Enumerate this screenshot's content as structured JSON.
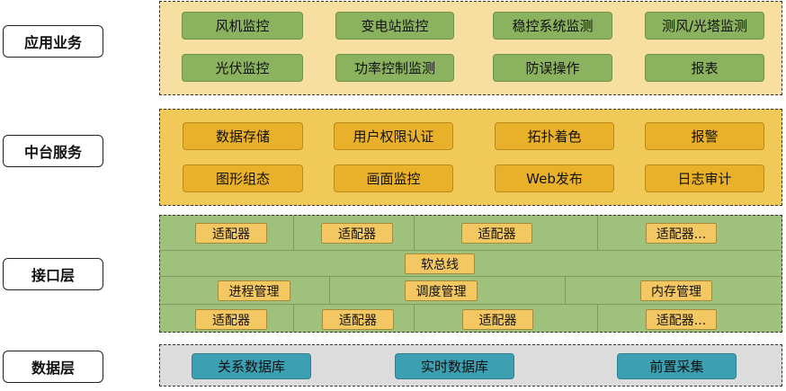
{
  "layers": {
    "app": "应用业务",
    "middle": "中台服务",
    "interface": "接口层",
    "data": "数据层"
  },
  "app_services": [
    "风机监控",
    "变电站监控",
    "稳控系统监测",
    "测风/光塔监测",
    "光伏监控",
    "功率控制监测",
    "防误操作",
    "报表"
  ],
  "middle_services": [
    "数据存储",
    "用户权限认证",
    "拓扑着色",
    "报警",
    "图形组态",
    "画面监控",
    "Web发布",
    "日志审计"
  ],
  "interface": {
    "adapters_top": [
      "适配器",
      "适配器",
      "适配器",
      "适配器..."
    ],
    "bus": "软总线",
    "management": [
      "进程管理",
      "调度管理",
      "内存管理"
    ],
    "adapters_bottom": [
      "适配器",
      "适配器",
      "适配器",
      "适配器..."
    ]
  },
  "data_services": [
    "关系数据库",
    "实时数据库",
    "前置采集"
  ],
  "colors": {
    "app_panel": "#f6dfa0",
    "app_box": "#8bb25f",
    "middle_panel": "#f1c958",
    "middle_box": "#e9b02a",
    "interface_panel": "#9ec27b",
    "adapter_box": "#f3c762",
    "data_panel": "#dcdcdc",
    "data_box": "#3d9fb2"
  }
}
